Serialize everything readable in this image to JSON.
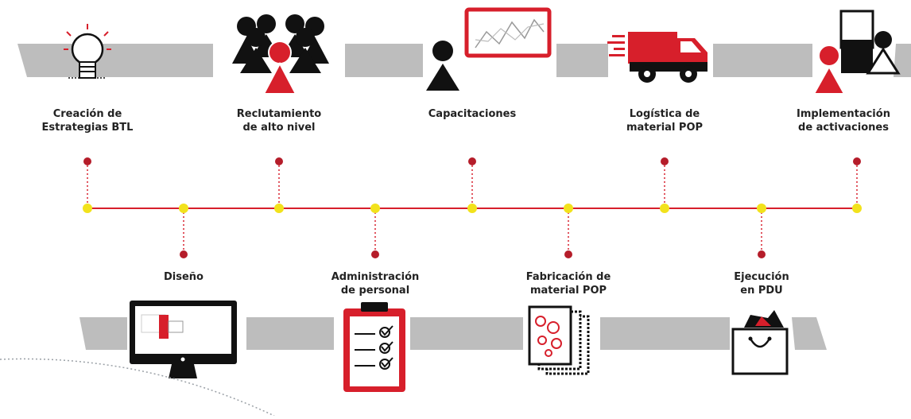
{
  "colors": {
    "accent": "#d71f2b",
    "timeline_node": "#f2e21c",
    "band": "#bdbdbd",
    "icon_dark": "#111111"
  },
  "top_steps": [
    {
      "label": "Creación de\nEstrategias BTL",
      "icon": "lightbulb-icon"
    },
    {
      "label": "Reclutamiento\nde alto nivel",
      "icon": "people-group-icon"
    },
    {
      "label": "Capacitaciones",
      "icon": "presenter-chart-icon"
    },
    {
      "label": "Logística de\nmaterial POP",
      "icon": "delivery-truck-icon"
    },
    {
      "label": "Implementación\nde activaciones",
      "icon": "activation-people-icon"
    }
  ],
  "bottom_steps": [
    {
      "label": "Diseño",
      "icon": "monitor-icon"
    },
    {
      "label": "Administración\nde personal",
      "icon": "clipboard-checklist-icon"
    },
    {
      "label": "Fabricación de\nmaterial POP",
      "icon": "printed-material-icon"
    },
    {
      "label": "Ejecución\nen PDU",
      "icon": "shopping-bag-icon"
    }
  ]
}
